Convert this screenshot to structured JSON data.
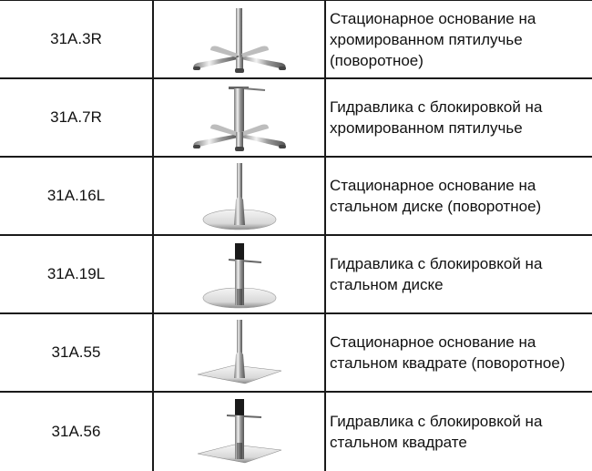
{
  "table": {
    "rows": [
      {
        "code": "31A.3R",
        "image": "five-star-base-stationary",
        "description": "Стационарное основание на\nхромированном пятилучье\n(поворотное)"
      },
      {
        "code": "31A.7R",
        "image": "five-star-base-hydraulic",
        "description": "Гидравлика с блокировкой на\nхромированном пятилучье"
      },
      {
        "code": "31A.16L",
        "image": "disc-base-stationary",
        "description": "Стационарное основание на\nстальном диске (поворотное)"
      },
      {
        "code": "31A.19L",
        "image": "disc-base-hydraulic",
        "description": "Гидравлика с блокировкой на\nстальном диске"
      },
      {
        "code": "31A.55",
        "image": "square-base-stationary",
        "description": "Стационарное основание на\nстальном квадрате (поворотное)"
      },
      {
        "code": "31A.56",
        "image": "square-base-hydraulic",
        "description": "Гидравлика с блокировкой на\nстальном квадрате"
      }
    ]
  }
}
